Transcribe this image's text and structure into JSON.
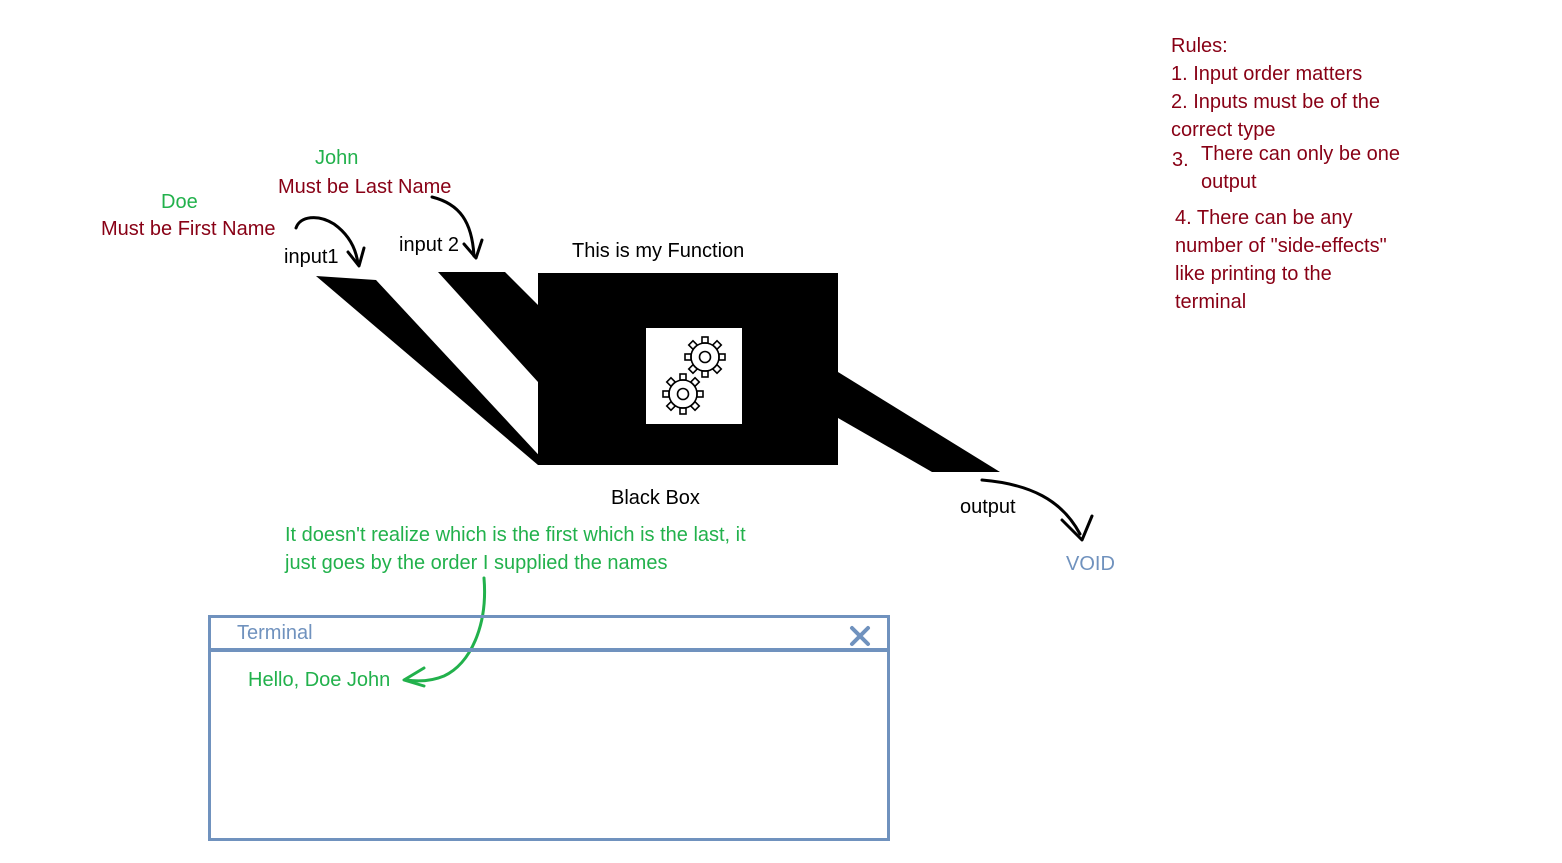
{
  "labels": {
    "john": "John",
    "last_name_note": "Must be Last Name",
    "doe": "Doe",
    "first_name_note": "Must be First Name",
    "input1": "input1",
    "input2": "input 2",
    "function_title": "This is my Function",
    "black_box": "Black Box",
    "output": "output",
    "void": "VOID",
    "order_note_line1": "It doesn't realize which is the first which is the last, it",
    "order_note_line2": "just goes by the order I supplied the names"
  },
  "rules": {
    "heading": "Rules:",
    "items": [
      {
        "lines": [
          "1. Input order matters"
        ]
      },
      {
        "lines": [
          "2. Inputs must be of the",
          "correct type"
        ]
      },
      {
        "number": "3.",
        "lines": [
          "There can only be one",
          "output"
        ]
      },
      {
        "lines": [
          "4. There can be any",
          "number of \"side-effects\"",
          "like printing to the",
          "terminal"
        ]
      }
    ]
  },
  "terminal": {
    "title": "Terminal",
    "output_line": "Hello, Doe John",
    "close_icon": "close-icon"
  },
  "icons": {
    "gears": "gears-icon"
  },
  "colors": {
    "green": "#22b14c",
    "dark_red": "#880015",
    "blue": "#7092be",
    "black": "#000000"
  }
}
